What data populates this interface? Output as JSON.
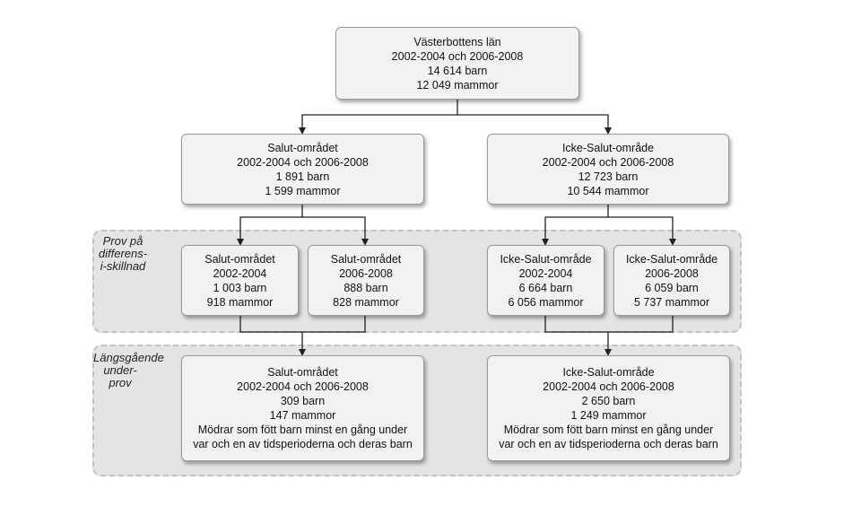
{
  "root": {
    "lines": [
      "Västerbottens län",
      "2002-2004 och 2006-2008",
      "14 614 barn",
      "12 049 mammor"
    ]
  },
  "salut": {
    "lines": [
      "Salut-området",
      "2002-2004 och 2006-2008",
      "1 891 barn",
      "1 599 mammor"
    ]
  },
  "icke_salut": {
    "lines": [
      "Icke-Salut-område",
      "2002-2004 och 2006-2008",
      "12 723 barn",
      "10 544 mammor"
    ]
  },
  "band_1": {
    "label": "Prov på differens-i-skillnad"
  },
  "salut_0204": {
    "lines": [
      "Salut-området",
      "2002-2004",
      "1 003 barn",
      "918 mammor"
    ]
  },
  "salut_0608": {
    "lines": [
      "Salut-området",
      "2006-2008",
      "888 barn",
      "828 mammor"
    ]
  },
  "icke_0204": {
    "lines": [
      "Icke-Salut-område",
      "2002-2004",
      "6 664 barn",
      "6 056 mammor"
    ]
  },
  "icke_0608": {
    "lines": [
      "Icke-Salut-område",
      "2006-2008",
      "6 059 barn",
      "5 737 mammor"
    ]
  },
  "band_2": {
    "label": "Längsgående under-prov"
  },
  "salut_long": {
    "lines": [
      "Salut-området",
      "2002-2004 och 2006-2008",
      "309 barn",
      "147 mammor",
      "Mödrar som fött barn minst en gång under",
      "var och en av tidsperioderna och deras barn"
    ]
  },
  "icke_long": {
    "lines": [
      "Icke-Salut-område",
      "2002-2004 och 2006-2008",
      "2 650 barn",
      "1 249 mammor",
      "Mödrar som fött barn minst en gång under",
      "var och en av tidsperioderna och deras barn"
    ]
  }
}
